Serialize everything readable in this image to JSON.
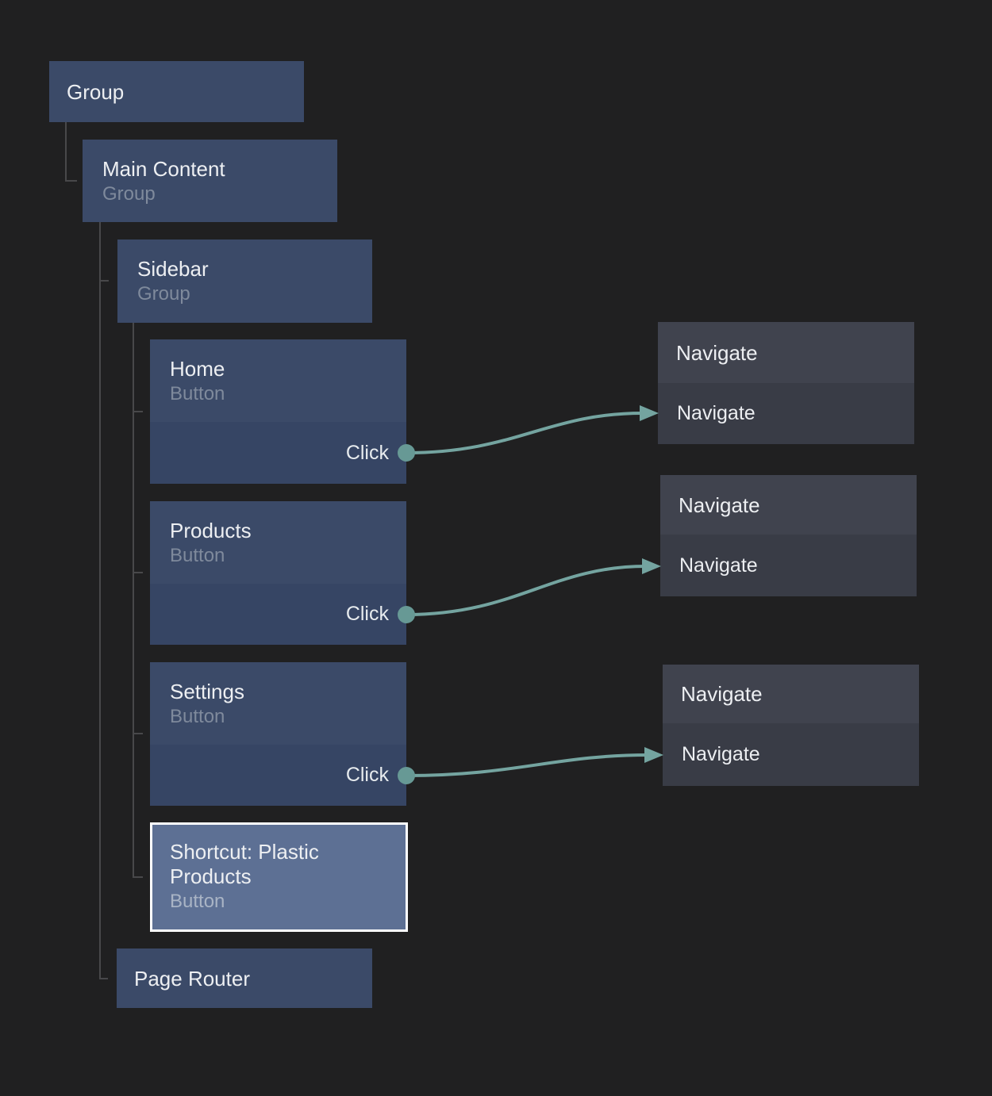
{
  "canvas": {
    "background": "#202021",
    "tree_line_color": "#48484a",
    "wire_color": "#74a4a0",
    "port_color": "#679995",
    "node_color": "#3b4a68",
    "node_section_color": "#364564",
    "action_header_color": "#40434e",
    "action_body_color": "#393c46",
    "selected_node_color": "#5d7094",
    "selected_border_color": "#ffffff"
  },
  "tree": {
    "group": {
      "title": "Group"
    },
    "main_content": {
      "title": "Main Content",
      "subtitle": "Group"
    },
    "sidebar": {
      "title": "Sidebar",
      "subtitle": "Group"
    },
    "home": {
      "title": "Home",
      "subtitle": "Button",
      "event": "Click"
    },
    "products": {
      "title": "Products",
      "subtitle": "Button",
      "event": "Click"
    },
    "settings": {
      "title": "Settings",
      "subtitle": "Button",
      "event": "Click"
    },
    "shortcut": {
      "title": "Shortcut: Plastic Products",
      "subtitle": "Button",
      "selected": true
    },
    "page_router": {
      "title": "Page Router"
    }
  },
  "actions": {
    "navigate1": {
      "title": "Navigate",
      "input": "Navigate"
    },
    "navigate2": {
      "title": "Navigate",
      "input": "Navigate"
    },
    "navigate3": {
      "title": "Navigate",
      "input": "Navigate"
    }
  },
  "connections": [
    {
      "from": "Home",
      "event": "Click",
      "to": "Navigate",
      "input": "Navigate"
    },
    {
      "from": "Products",
      "event": "Click",
      "to": "Navigate",
      "input": "Navigate"
    },
    {
      "from": "Settings",
      "event": "Click",
      "to": "Navigate",
      "input": "Navigate"
    }
  ]
}
